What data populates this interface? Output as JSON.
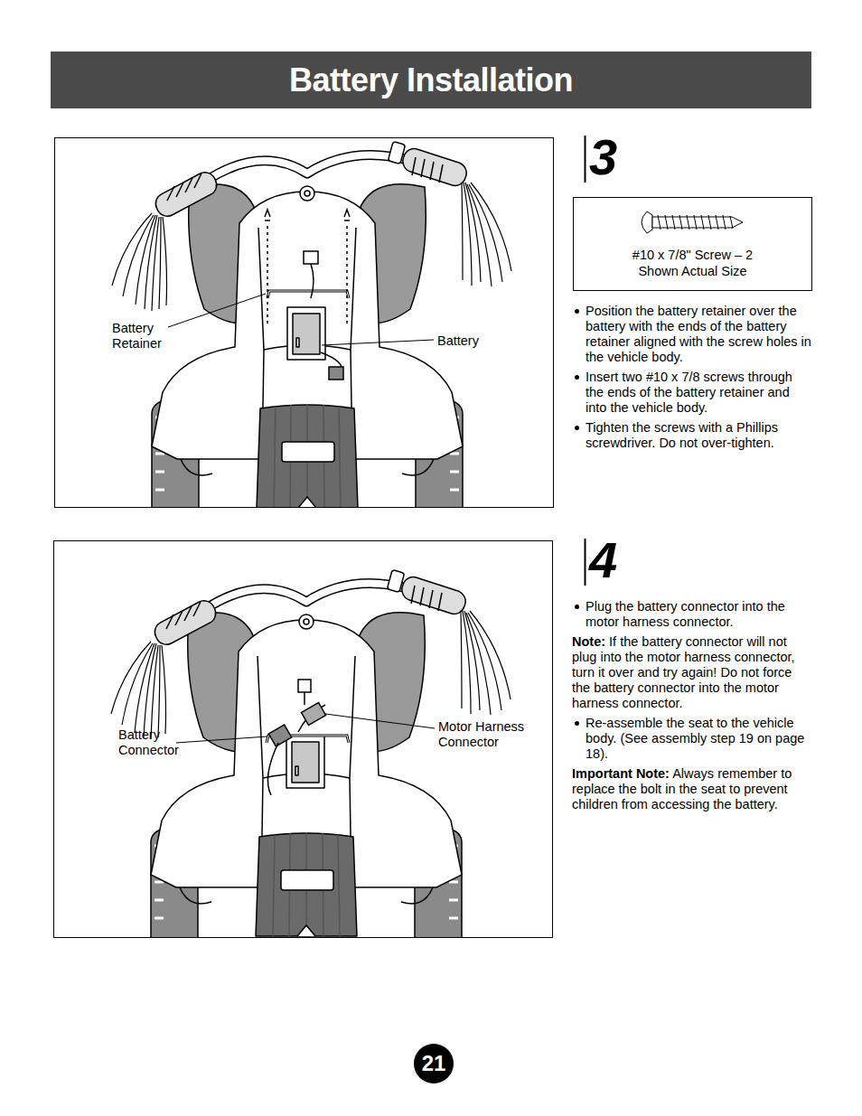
{
  "diagram": {
    "title": "Battery Installation",
    "nodes": [
      {
        "text": [
          "#10 x 7/8\" Screw – 2",
          "Shown Actual Size"
        ]
      },
      {
        "text": [
          "21"
        ]
      }
    ],
    "labels": [
      "3",
      "Position the battery retainer over the battery with the ends of the battery retainer aligned with the screw holes in the vehicle body.",
      "Insert two #10 x 7/8 screws through the ends of the battery retainer and into the vehicle body.",
      "Tighten the screws with a Phillips screwdriver. Do not over-tighten.",
      "Battery Retainer",
      "Battery",
      "4",
      "Plug the battery connector into the motor harness connector.",
      "Note:",
      "If the battery connector will not plug into the motor harness connector, turn it over and try again! Do not force the battery connector into the motor harness connector.",
      "Re-assemble the seat to the vehicle body. (See assembly step 19 on page 18).",
      "Important Note:",
      "Always remember to replace the bolt in the seat to prevent children from accessing the battery.",
      "Battery Connector",
      "Motor Harness Connector"
    ]
  }
}
